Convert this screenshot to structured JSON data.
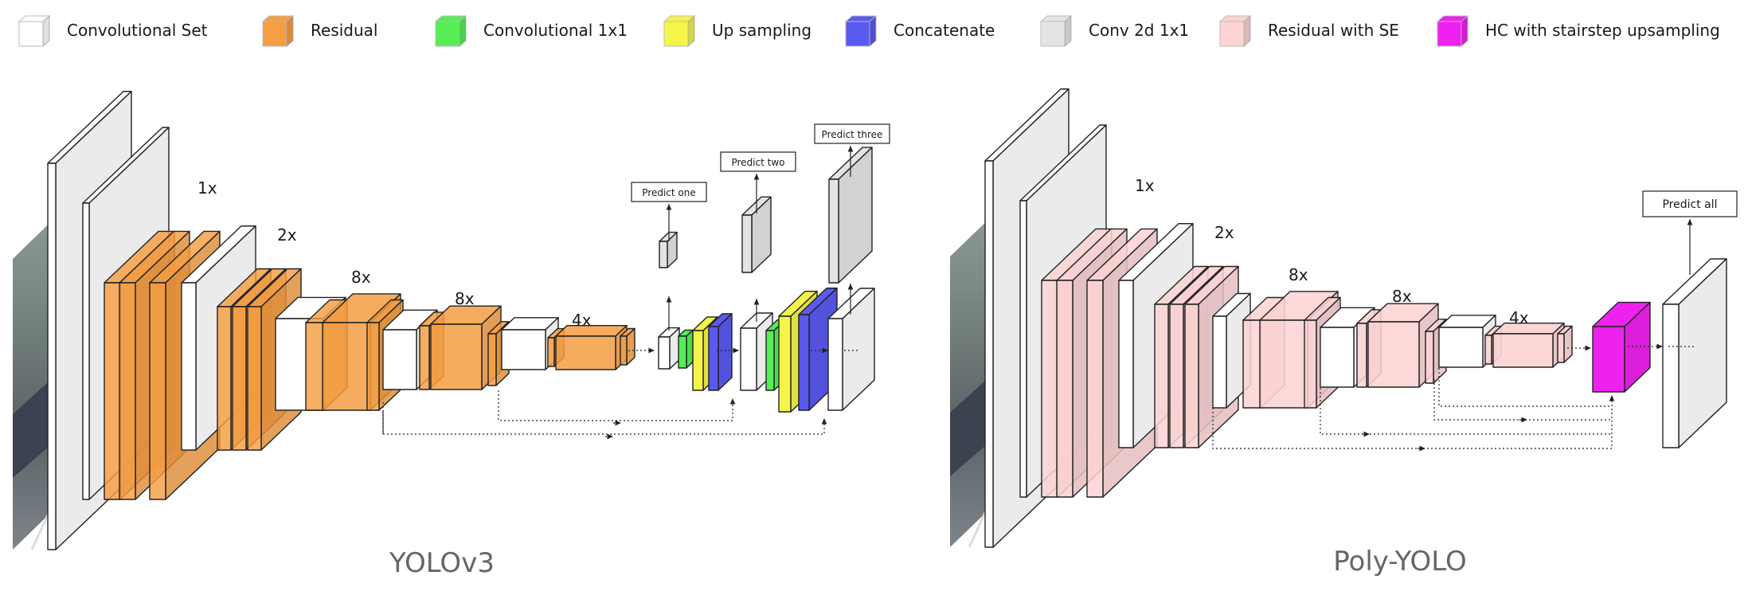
{
  "legend": {
    "items": [
      {
        "label": "Convolutional Set",
        "color": "#ffffff"
      },
      {
        "label": "Residual",
        "color": "#f59e42"
      },
      {
        "label": "Convolutional 1x1",
        "color": "#55ee55"
      },
      {
        "label": "Up sampling",
        "color": "#f4f44a"
      },
      {
        "label": "Concatenate",
        "color": "#5a5af0"
      },
      {
        "label": "Conv 2d 1x1",
        "color": "#e4e4e4"
      },
      {
        "label": "Residual with SE",
        "color": "#fcd3d3"
      },
      {
        "label": "HC with stairstep upsampling",
        "color": "#ee22ee"
      }
    ]
  },
  "yolov3": {
    "title": "YOLOv3",
    "repeats": [
      "1x",
      "2x",
      "8x",
      "8x",
      "4x"
    ],
    "predictions": [
      "Predict one",
      "Predict two",
      "Predict three"
    ]
  },
  "polyyolo": {
    "title": "Poly-YOLO",
    "repeats": [
      "1x",
      "2x",
      "8x",
      "8x",
      "4x"
    ],
    "prediction": "Predict all"
  }
}
